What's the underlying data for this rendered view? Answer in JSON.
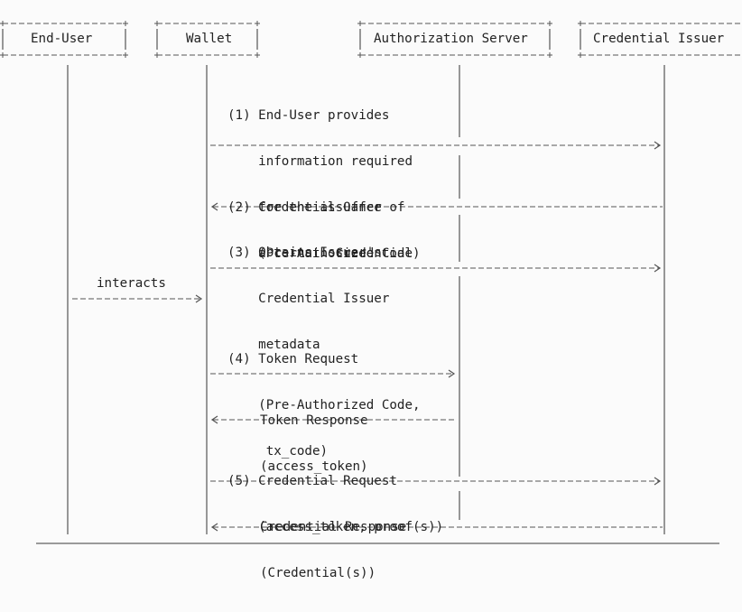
{
  "actors": {
    "end_user": "End-User",
    "wallet": "Wallet",
    "authorization_server": "Authorization Server",
    "credential_issuer": "Credential Issuer"
  },
  "messages": {
    "step1": {
      "lines": [
        "(1) End-User provides",
        "    information required",
        "    for the issuance of",
        "    a certain Credential"
      ]
    },
    "step2": {
      "lines": [
        "(2) Credential Offer",
        "    (Pre-Authorized Code)"
      ]
    },
    "step3": {
      "lines": [
        "(3) Obtains Issuer's",
        "    Credential Issuer",
        "    metadata"
      ]
    },
    "interacts": "interacts",
    "step4": {
      "lines": [
        "(4) Token Request",
        "    (Pre-Authorized Code,",
        "     tx_code)"
      ]
    },
    "token_response": {
      "lines": [
        "Token Response",
        "(access_token)"
      ]
    },
    "step5": {
      "lines": [
        "(5) Credential Request",
        "    (access_token, proof(s))"
      ]
    },
    "credential_response": {
      "lines": [
        "Credential Response",
        "(Credential(s))"
      ]
    }
  }
}
